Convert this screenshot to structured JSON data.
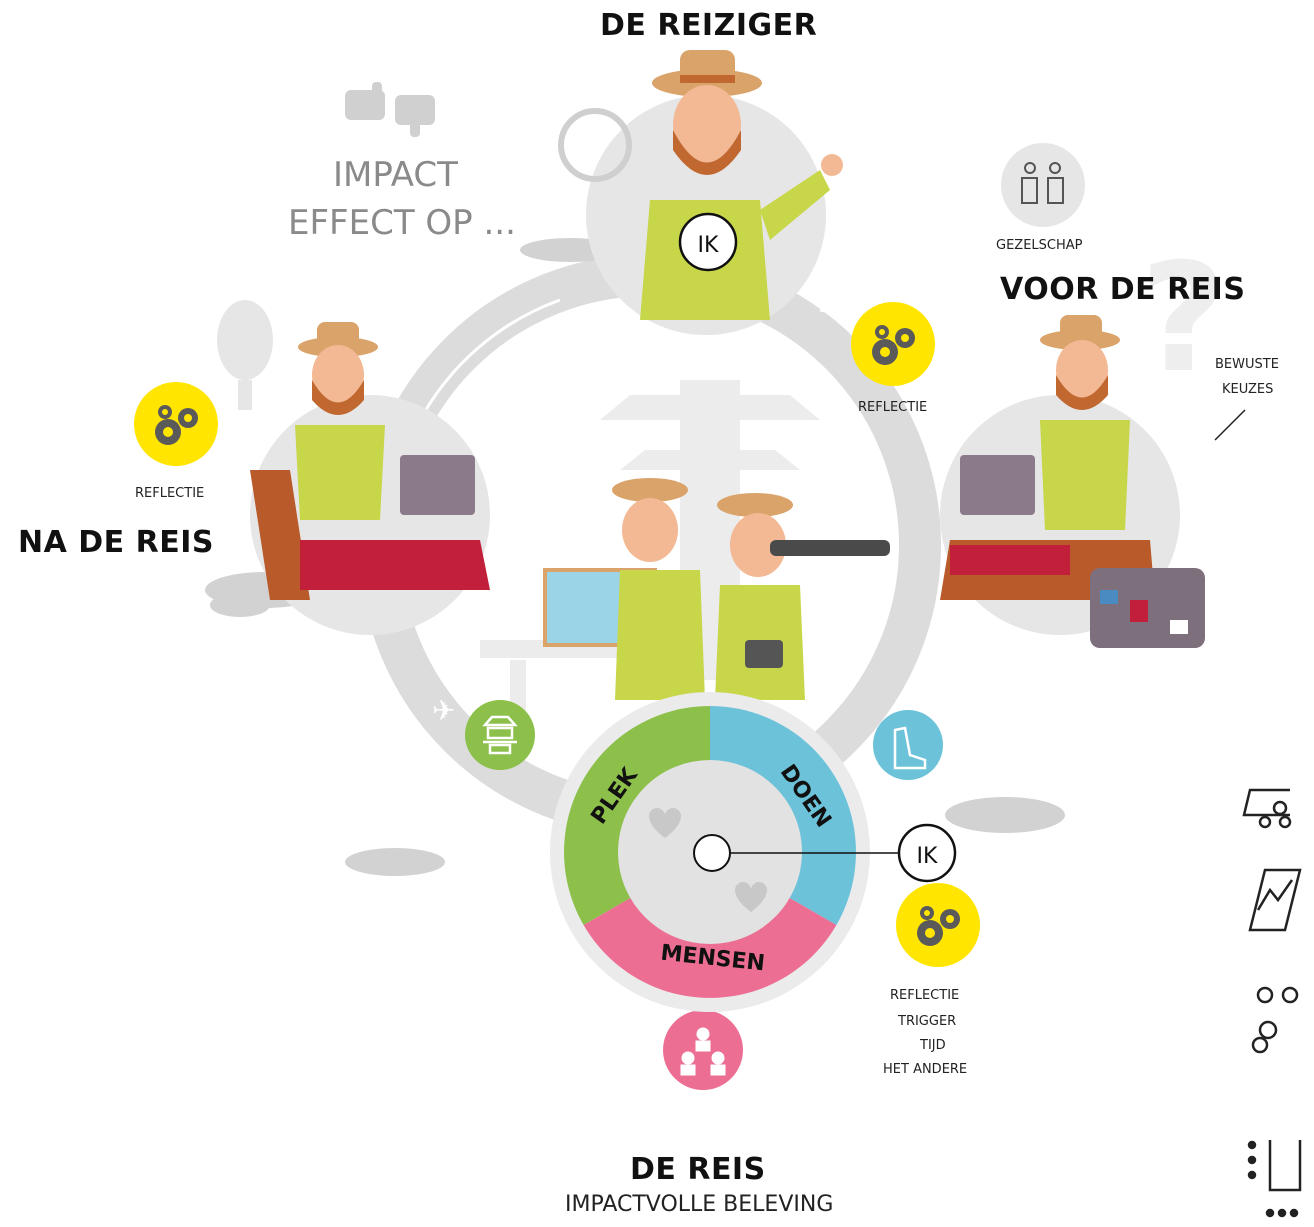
{
  "titles": {
    "traveler": "DE REIZIGER",
    "before": "VOOR DE REIS",
    "after": "NA DE REIS",
    "journey": "DE REIS",
    "journey_sub": "IMPACTVOLLE BELEVING"
  },
  "impact": {
    "line1": "IMPACT",
    "line2": "EFFECT OP ..."
  },
  "labels": {
    "company": "GEZELSCHAP",
    "conscious1": "BEWUSTE",
    "conscious2": "KEUZES",
    "reflection_right": "REFLECTIE",
    "reflection_left": "REFLECTIE",
    "ik_top": "IK",
    "ik_center": "IK"
  },
  "wheel": {
    "segments": [
      "PLEK",
      "DOEN",
      "MENSEN"
    ],
    "colors": {
      "plek": "#8cc04b",
      "doen": "#6cc2d9",
      "mensen": "#ec6f93"
    }
  },
  "reflection_list": [
    "REFLECTIE",
    "TRIGGER",
    "TIJD",
    "HET ANDERE"
  ],
  "colors": {
    "yellow": "#ffe500",
    "ring": "#dcdcdc",
    "shirt": "#c8d64a",
    "pants": "#c2203a",
    "hat": "#d9a36a"
  }
}
